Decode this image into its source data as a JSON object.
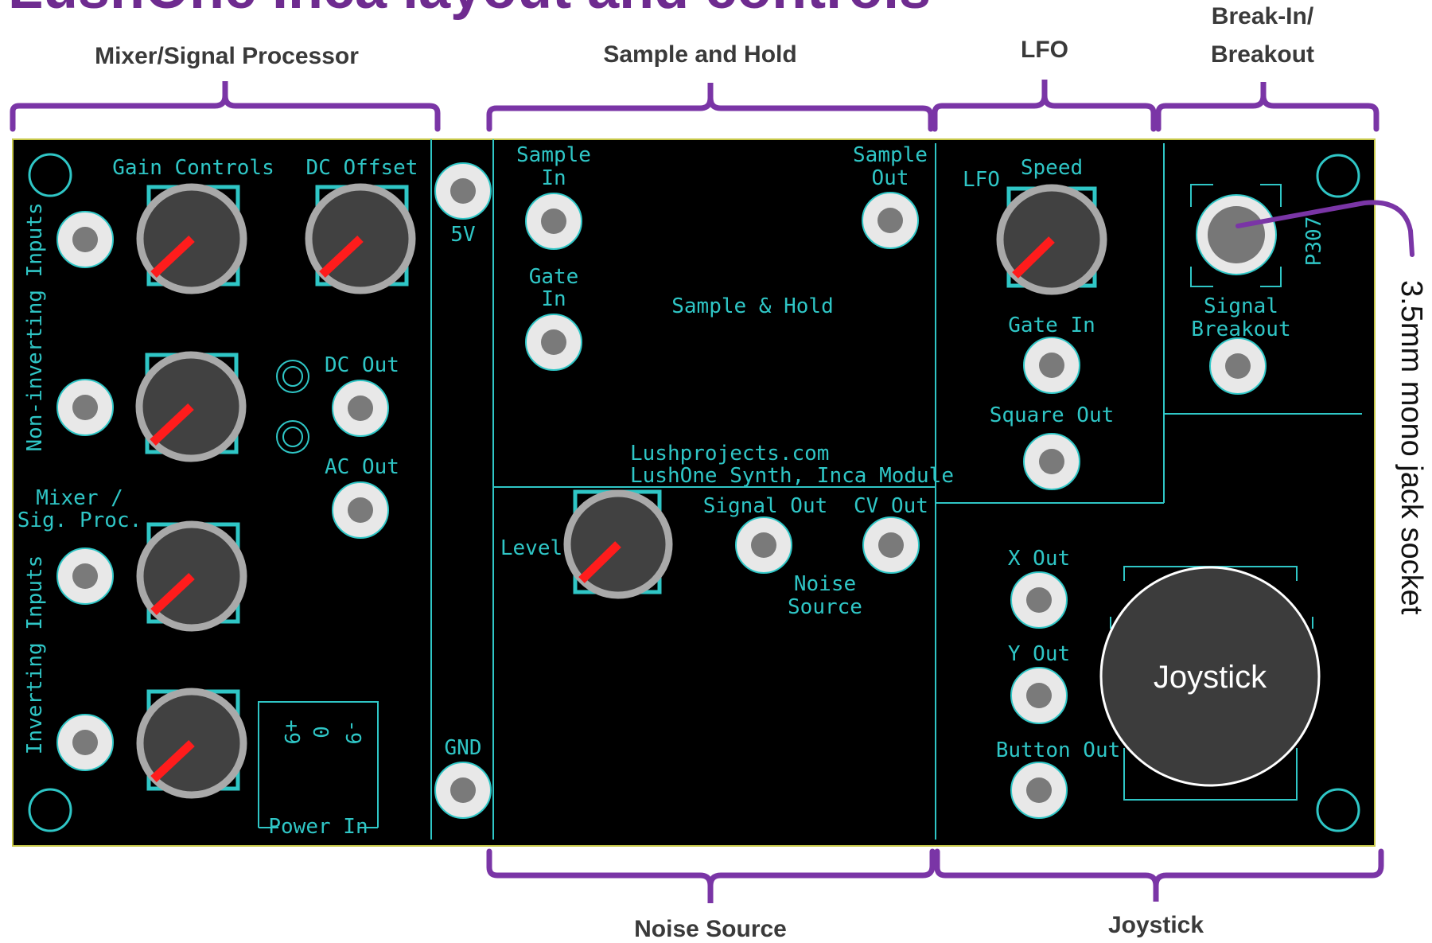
{
  "title": "LushOne Inca layout and controls",
  "sections": {
    "mixer": "Mixer/Signal Processor",
    "sample_hold": "Sample and Hold",
    "lfo": "LFO",
    "breakin_1": "Break-In/",
    "breakin_2": "Breakout",
    "noise_source": "Noise Source",
    "joystick": "Joystick"
  },
  "pcb": {
    "gain_controls": "Gain Controls",
    "dc_offset": "DC Offset",
    "five_v": "5V",
    "gnd": "GND",
    "dc_out": "DC Out",
    "ac_out": "AC Out",
    "mixer_1": "Mixer /",
    "mixer_2": "Sig. Proc.",
    "non_inverting": "Non-inverting Inputs",
    "inverting": "Inverting Inputs",
    "sample_in_1": "Sample",
    "sample_in_2": "In",
    "sample_out_1": "Sample",
    "sample_out_2": "Out",
    "gate_in_sh_1": "Gate",
    "gate_in_sh_2": "In",
    "sample_hold": "Sample & Hold",
    "website": "Lushprojects.com",
    "module_name": "LushOne Synth, Inca Module",
    "level": "Level",
    "signal_out": "Signal Out",
    "cv_out": "CV Out",
    "noise_1": "Noise",
    "noise_2": "Source",
    "lfo": "LFO",
    "speed": "Speed",
    "gate_in_lfo": "Gate In",
    "square_out": "Square Out",
    "breakout_1": "Signal",
    "breakout_2": "Breakout",
    "p307": "P307",
    "x_out": "X Out",
    "y_out": "Y Out",
    "button_out": "Button Out",
    "power_pos": "+9",
    "power_zero": "0",
    "power_neg": "-9",
    "power_in": "Power In"
  },
  "joystick_label": "Joystick",
  "callout": "3.5mm mono jack socket",
  "colors": {
    "board": "#000000",
    "silkscreen": "#2fc6c6",
    "brace": "#7a35a6",
    "knob_pointer": "#ff1c1c"
  }
}
